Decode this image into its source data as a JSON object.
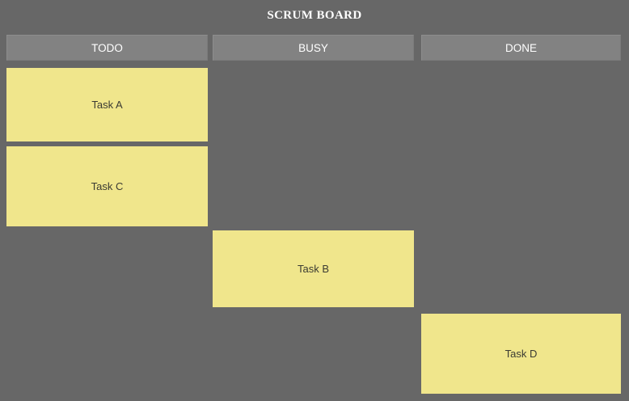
{
  "board": {
    "title": "SCRUM BOARD",
    "background_color": "#676767",
    "header_color": "#828282",
    "card_color": "#f0e68c",
    "title_color": "#ffffff",
    "card_text_color": "#3b3b33"
  },
  "columns": [
    {
      "id": "todo",
      "label": "TODO"
    },
    {
      "id": "busy",
      "label": "BUSY"
    },
    {
      "id": "done",
      "label": "DONE"
    }
  ],
  "tasks": [
    {
      "id": "a",
      "label": "Task A",
      "column": "todo"
    },
    {
      "id": "c",
      "label": "Task C",
      "column": "todo"
    },
    {
      "id": "b",
      "label": "Task B",
      "column": "busy"
    },
    {
      "id": "d",
      "label": "Task D",
      "column": "done"
    }
  ]
}
